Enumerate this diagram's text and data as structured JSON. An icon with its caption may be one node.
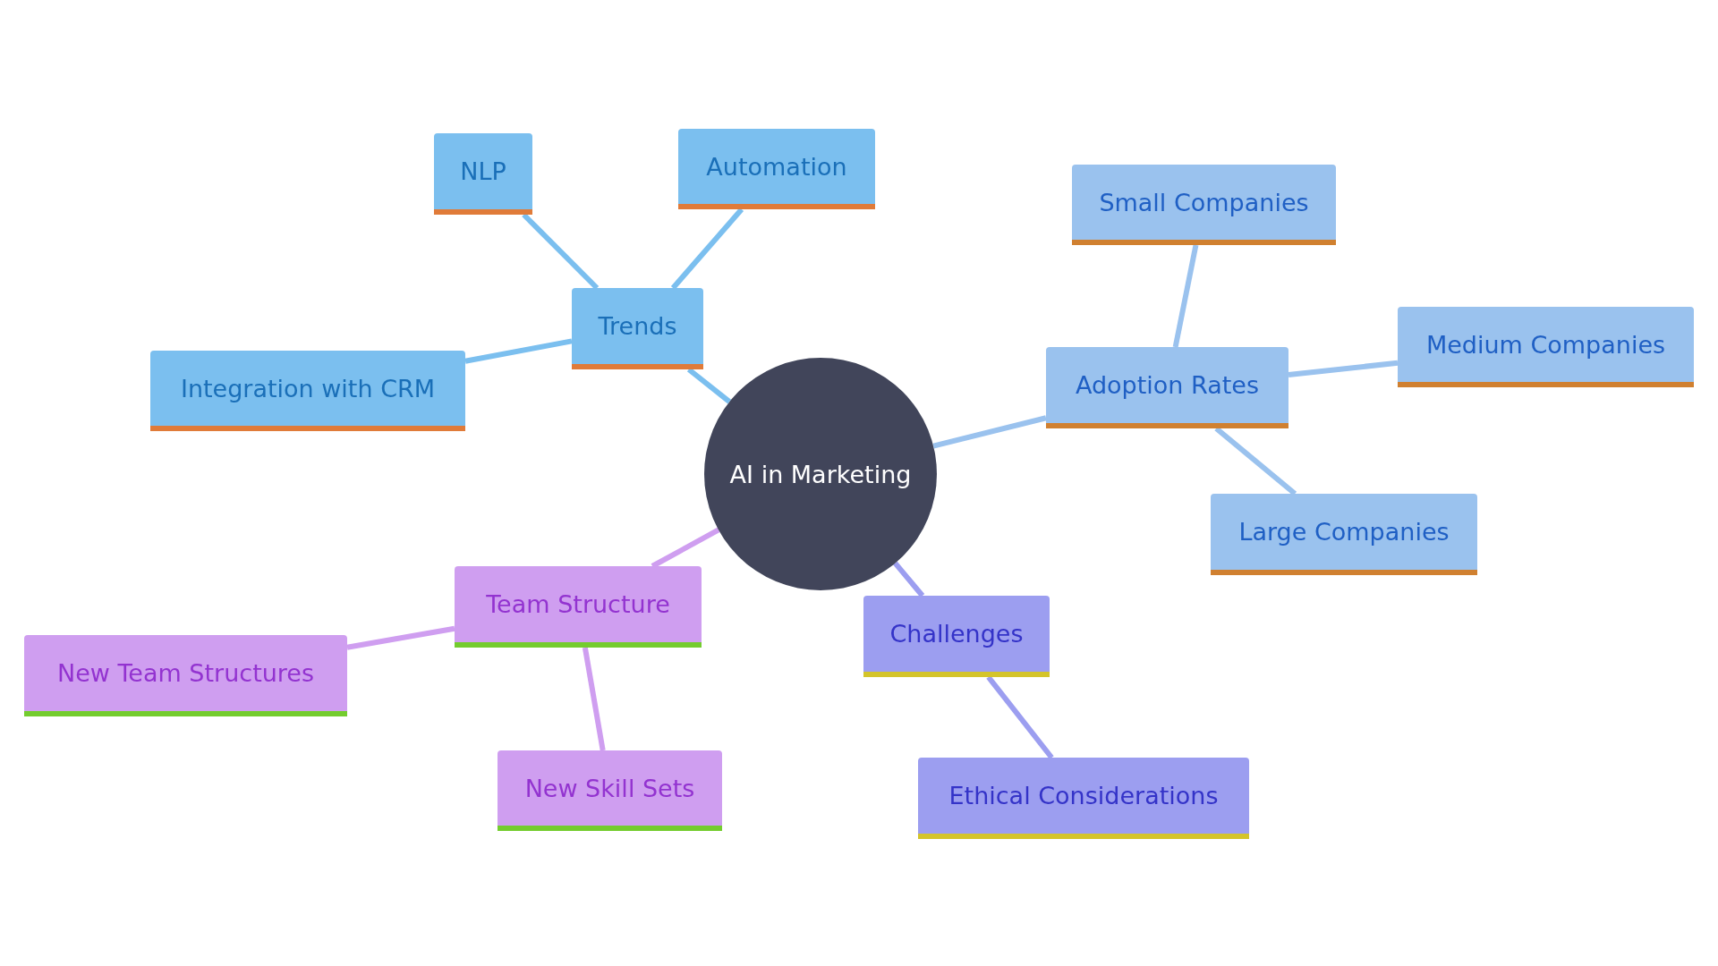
{
  "diagram": {
    "nodes": [
      {
        "text": [
          "AI in Marketing"
        ]
      },
      {
        "text": [
          "Trends"
        ]
      },
      {
        "text": [
          "NLP"
        ]
      },
      {
        "text": [
          "Automation"
        ]
      },
      {
        "text": [
          "Integration with CRM"
        ]
      },
      {
        "text": [
          "Adoption Rates"
        ]
      },
      {
        "text": [
          "Small Companies"
        ]
      },
      {
        "text": [
          "Medium Companies"
        ]
      },
      {
        "text": [
          "Large Companies"
        ]
      },
      {
        "text": [
          "Team Structure"
        ]
      },
      {
        "text": [
          "New Team Structures"
        ]
      },
      {
        "text": [
          "New Skill Sets"
        ]
      },
      {
        "text": [
          "Challenges"
        ]
      },
      {
        "text": [
          "Ethical Considerations"
        ]
      }
    ],
    "edges": [
      {
        "from": 0,
        "to": 1,
        "arrow": "none",
        "color": "#7bbfef"
      },
      {
        "from": 1,
        "to": 2,
        "arrow": "none",
        "color": "#7bbfef"
      },
      {
        "from": 1,
        "to": 3,
        "arrow": "none",
        "color": "#7bbfef"
      },
      {
        "from": 1,
        "to": 4,
        "arrow": "none",
        "color": "#7bbfef"
      },
      {
        "from": 0,
        "to": 5,
        "arrow": "none",
        "color": "#9ac2ee"
      },
      {
        "from": 5,
        "to": 6,
        "arrow": "none",
        "color": "#9ac2ee"
      },
      {
        "from": 5,
        "to": 7,
        "arrow": "none",
        "color": "#9ac2ee"
      },
      {
        "from": 5,
        "to": 8,
        "arrow": "none",
        "color": "#9ac2ee"
      },
      {
        "from": 0,
        "to": 9,
        "arrow": "none",
        "color": "#cf9ef0"
      },
      {
        "from": 9,
        "to": 10,
        "arrow": "none",
        "color": "#cf9ef0"
      },
      {
        "from": 9,
        "to": 11,
        "arrow": "none",
        "color": "#cf9ef0"
      },
      {
        "from": 0,
        "to": 12,
        "arrow": "none",
        "color": "#9c9ef0"
      },
      {
        "from": 12,
        "to": 13,
        "arrow": "none",
        "color": "#9c9ef0"
      }
    ]
  }
}
